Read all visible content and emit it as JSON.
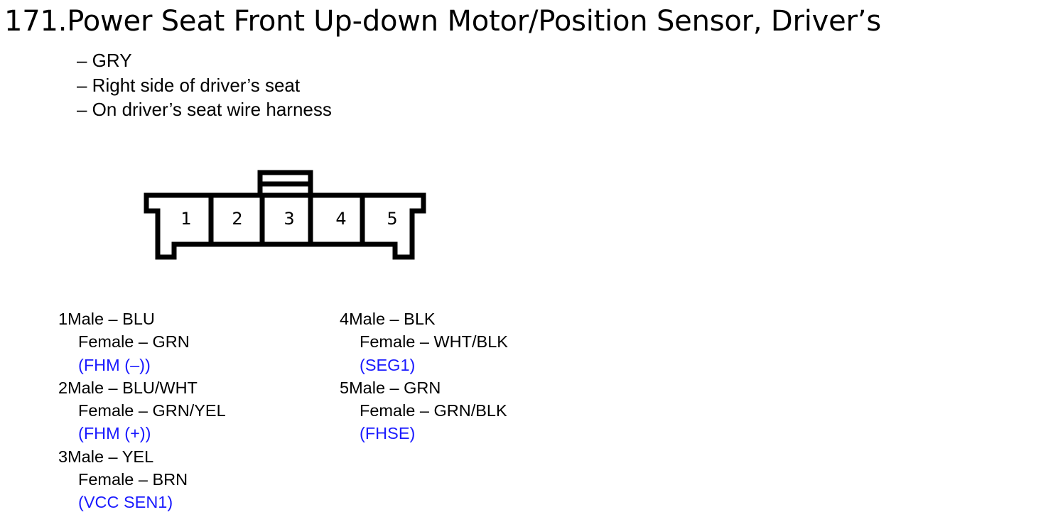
{
  "title": "171.Power Seat Front Up-down Motor/Position Sensor, Driver’s",
  "notes": [
    "– GRY",
    "– Right side of driver’s seat",
    "– On driver’s seat wire harness"
  ],
  "connector": {
    "cavities": [
      "1",
      "2",
      "3",
      "4",
      "5"
    ]
  },
  "pins": [
    {
      "number": "1",
      "male": "Male – BLU",
      "female": "Female – GRN",
      "signal": "(FHM (–))"
    },
    {
      "number": "2",
      "male": "Male – BLU/WHT",
      "female": "Female – GRN/YEL",
      "signal": "(FHM (+))"
    },
    {
      "number": "3",
      "male": "Male – YEL",
      "female": "Female – BRN",
      "signal": "(VCC SEN1)"
    },
    {
      "number": "4",
      "male": "Male – BLK",
      "female": "Female – WHT/BLK",
      "signal": "(SEG1)"
    },
    {
      "number": "5",
      "male": "Male – GRN",
      "female": "Female – GRN/BLK",
      "signal": "(FHSE)"
    }
  ],
  "colors": {
    "signal": "#1a1aff",
    "outline": "#000000"
  }
}
